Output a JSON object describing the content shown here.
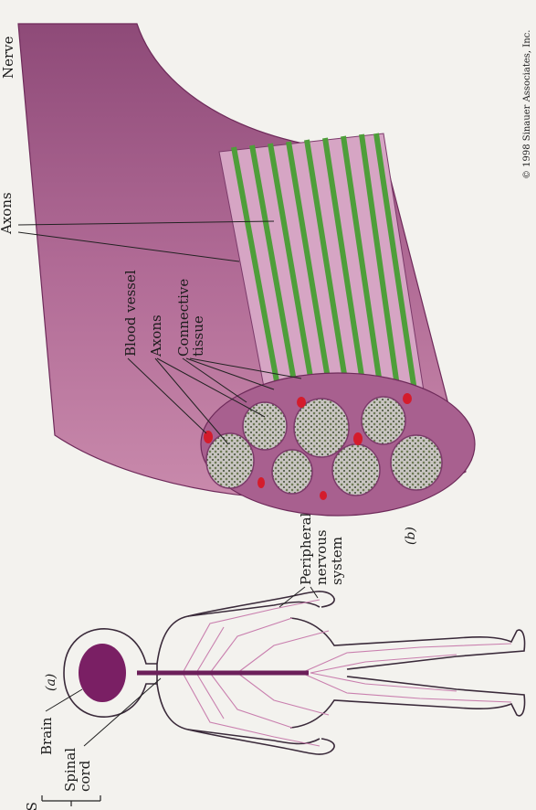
{
  "panel_a": {
    "label": "(a)",
    "brain": "Brain",
    "spinal_cord": [
      "Spinal",
      "cord"
    ],
    "cns": "CNS",
    "pns": [
      "Peripheral",
      "nervous",
      "system"
    ]
  },
  "panel_b": {
    "label": "(b)",
    "nerve": "Nerve",
    "axons_long": "Axons",
    "blood_vessel": "Blood vessel",
    "axons_cross": "Axons",
    "connective": [
      "Connective",
      "tissue"
    ]
  },
  "copyright": "© 1998 Sinauer Associates, Inc.",
  "colors": {
    "nerve_purple": "#a8608f",
    "sheath_pink": "#cf8fb0",
    "axon_green": "#4e9e3a",
    "fascicle_gray": "#c4c0bc",
    "blood_red": "#d41c2c",
    "body_outline": "#3a2a3a"
  }
}
